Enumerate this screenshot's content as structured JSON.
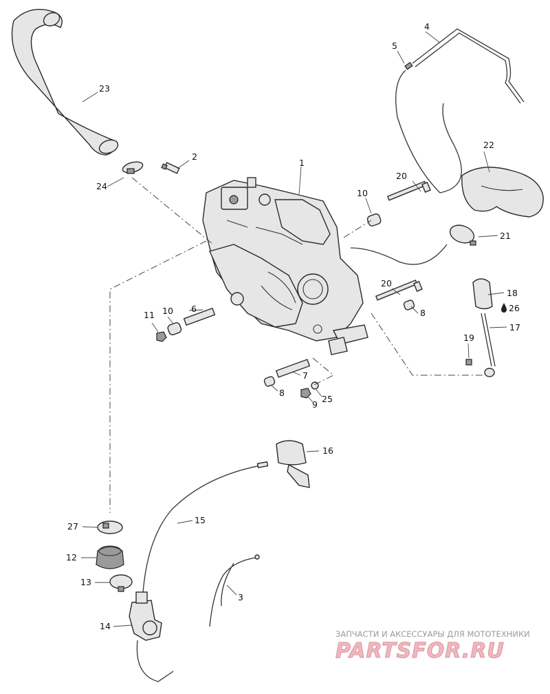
{
  "callouts": {
    "c1": "1",
    "c2": "2",
    "c3": "3",
    "c4": "4",
    "c5": "5",
    "c6": "6",
    "c7": "7",
    "c8a": "8",
    "c8b": "8",
    "c9": "9",
    "c10a": "10",
    "c10b": "10",
    "c11": "11",
    "c12": "12",
    "c13": "13",
    "c14": "14",
    "c15": "15",
    "c16": "16",
    "c17": "17",
    "c18": "18",
    "c19": "19",
    "c20a": "20",
    "c20b": "20",
    "c21": "21",
    "c22": "22",
    "c23": "23",
    "c24": "24",
    "c25": "25",
    "c26": "26",
    "c27": "27"
  },
  "watermark": {
    "tagline": "ЗАПЧАСТИ И АКСЕССУАРЫ ДЛЯ МОТОТЕХНИКИ",
    "logo": "PARTSFOR.RU"
  }
}
